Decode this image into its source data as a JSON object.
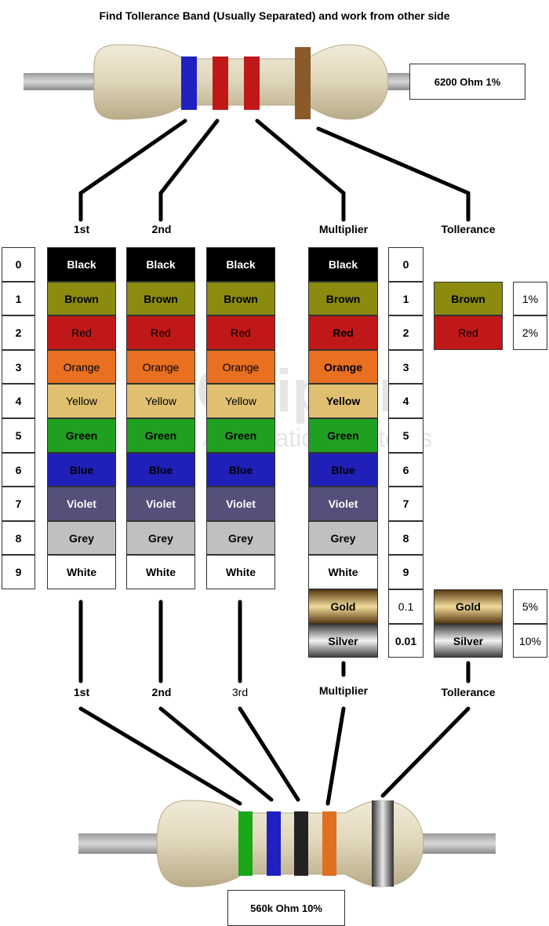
{
  "title": "Find Tollerance Band (Usually Separated) and work from other side",
  "top_resistor": {
    "value_label": "6200 Ohm 1%",
    "bands": [
      "#2020c0",
      "#c01818",
      "#c01818",
      "#8a5a2a"
    ]
  },
  "bottom_resistor": {
    "value_label": "560k Ohm 10%",
    "bands": [
      "#18a818",
      "#2020c0",
      "#222222",
      "#e07020"
    ]
  },
  "headers_top": {
    "first": "1st",
    "second": "2nd",
    "multiplier": "Multiplier",
    "tolerance": "Tollerance"
  },
  "headers_bottom": {
    "first": "1st",
    "second": "2nd",
    "third": "3rd",
    "multiplier": "Multiplier",
    "tolerance": "Tollerance"
  },
  "digits": [
    "0",
    "1",
    "2",
    "3",
    "4",
    "5",
    "6",
    "7",
    "8",
    "9"
  ],
  "colors": [
    {
      "name": "Black",
      "bg": "#000000",
      "fg": "#ffffff"
    },
    {
      "name": "Brown",
      "bg": "#8b8b10",
      "fg": "#000000"
    },
    {
      "name": "Red",
      "bg": "#c01818",
      "fg": "#000000"
    },
    {
      "name": "Orange",
      "bg": "#e87020",
      "fg": "#000000"
    },
    {
      "name": "Yellow",
      "bg": "#e0c070",
      "fg": "#000000"
    },
    {
      "name": "Green",
      "bg": "#20a020",
      "fg": "#000000"
    },
    {
      "name": "Blue",
      "bg": "#2020b8",
      "fg": "#000000"
    },
    {
      "name": "Violet",
      "bg": "#54507a",
      "fg": "#ffffff"
    },
    {
      "name": "Grey",
      "bg": "#c0c0c0",
      "fg": "#000000"
    },
    {
      "name": "White",
      "bg": "#ffffff",
      "fg": "#000000"
    }
  ],
  "multiplier": {
    "values": [
      "0",
      "1",
      "2",
      "3",
      "4",
      "5",
      "6",
      "7",
      "8",
      "9",
      "0.1",
      "0.01"
    ],
    "extra": [
      {
        "name": "Gold",
        "bg": "#a07a30",
        "fg": "#000000"
      },
      {
        "name": "Silver",
        "bg": "#a8a8a8",
        "fg": "#000000"
      }
    ]
  },
  "tolerance": [
    {
      "name": "Brown",
      "value": "1%",
      "bg": "#8b8b10",
      "fg": "#000000"
    },
    {
      "name": "Red",
      "value": "2%",
      "bg": "#c01818",
      "fg": "#000000"
    },
    {
      "name": "Gold",
      "value": "5%",
      "bg": "#a07a30",
      "fg": "#000000"
    },
    {
      "name": "Silver",
      "value": "10%",
      "bg": "#a8a8a8",
      "fg": "#000000"
    }
  ],
  "watermark": {
    "brand": "Chipkin",
    "tagline": "Automation Systems"
  }
}
